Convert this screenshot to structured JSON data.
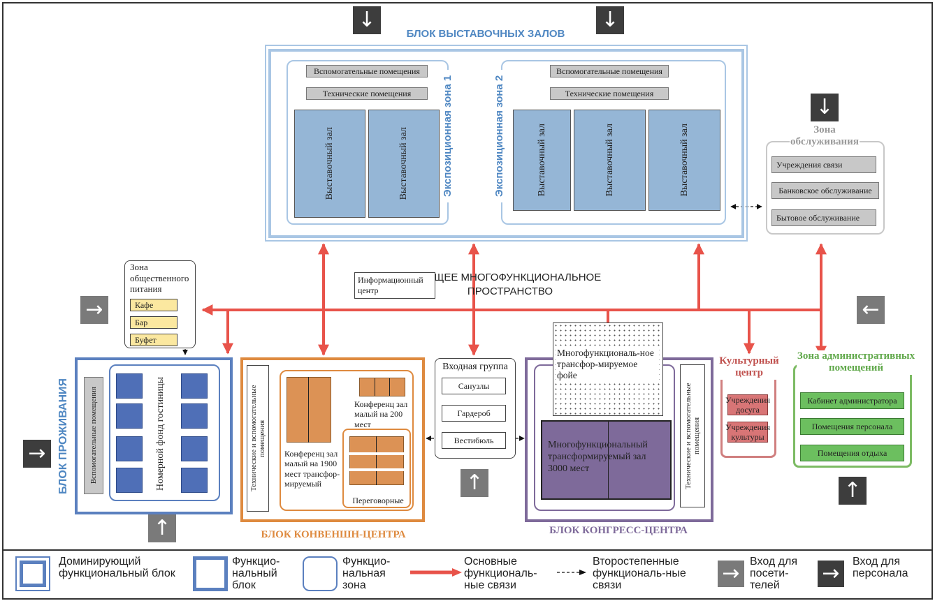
{
  "exhibition": {
    "title": "БЛОК ВЫСТАВОЧНЫХ ЗАЛОВ",
    "zone1": {
      "label": "Экспозиционная зона 1",
      "aux": "Вспомогательные помещения",
      "tech": "Технические помещения",
      "halls": [
        "Выставочный зал",
        "Выставочный зал"
      ]
    },
    "zone2": {
      "label": "Экспозиционная зона 2",
      "aux": "Вспомогательные помещения",
      "tech": "Технические помещения",
      "halls": [
        "Выставочный зал",
        "Выставочный зал",
        "Выставочный зал"
      ]
    }
  },
  "service": {
    "title": "Зона обслуживания",
    "items": [
      "Учреждения связи",
      "Банковское обслуживание",
      "Бытовое обслуживание"
    ]
  },
  "catering": {
    "title": "Зона общественного питания",
    "items": [
      "Кафе",
      "Бар",
      "Буфет"
    ]
  },
  "common_space": {
    "title": "ОБЩЕЕ МНОГОФУНКЦИОНАЛЬНОЕ ПРОСТРАНСТВО",
    "info": "Информационный центр"
  },
  "residence": {
    "title": "БЛОК ПРОЖИВАНИЯ",
    "aux": "Вспомогательные помещения",
    "rooms": "Номерной фонд гостиницы"
  },
  "convention": {
    "title": "БЛОК КОНВЕНШН-ЦЕНТРА",
    "tech": "Технические и вспомогательные помещения",
    "hall_small200": "Конференц зал малый на 200 мест",
    "hall_1900": "Конференц зал малый на 1900 мест трансфор-мируемый",
    "meeting": "Переговорные"
  },
  "entrance_group": {
    "title": "Входная группа",
    "items": [
      "Санузлы",
      "Гардероб",
      "Вестибюль"
    ]
  },
  "congress": {
    "title": "БЛОК КОНГРЕСС-ЦЕНТРА",
    "foyer": "Многофункциональ-ное трансфор-мируемое фойе",
    "hall": "Многофункциональный трансформируемый зал 3000 мест",
    "tech": "Технические и вспомогательные помещения"
  },
  "culture": {
    "title": "Культурный центр",
    "items": [
      "Учреждения досуга",
      "Учреждения культуры"
    ]
  },
  "admin": {
    "title": "Зона административных помещений",
    "items": [
      "Кабинет администратора",
      "Помещения персонала",
      "Помещения отдыха"
    ]
  },
  "legend": [
    {
      "label": "Доминирующий функциональный блок"
    },
    {
      "label": "Функцио-нальный блок"
    },
    {
      "label": "Функцио-нальная зона"
    },
    {
      "label": "Основные функциональ-ные связи"
    },
    {
      "label": "Второстепенные функциональ-ные связи"
    },
    {
      "label": "Вход для посети-телей"
    },
    {
      "label": "Вход для персонала"
    }
  ],
  "colors": {
    "main_link": "#e8534a",
    "blue": "#4f87c2",
    "orange": "#de8a3f",
    "purple": "#7e6a9a",
    "red": "#c0524f",
    "green": "#60a84a"
  },
  "icons": {
    "staff_entrance": "arrow-down-icon",
    "visitor_entrance": "arrow-right-icon"
  }
}
